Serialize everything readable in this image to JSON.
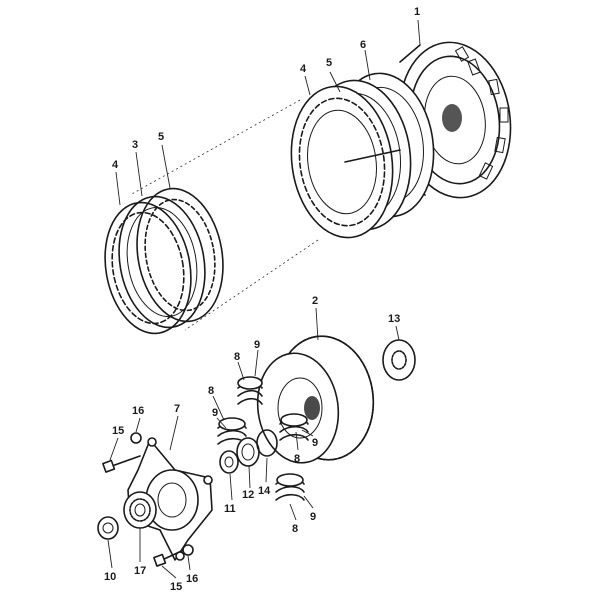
{
  "callouts": {
    "c1": "1",
    "c6": "6",
    "c5_top": "5",
    "c4_top": "4",
    "c5_left": "5",
    "c3": "3",
    "c4_left": "4",
    "c2": "2",
    "c13": "13",
    "c9_a": "9",
    "c8_a": "8",
    "c8_b": "8",
    "c9_b": "9",
    "c9_c": "9",
    "c8_c": "8",
    "c14": "14",
    "c12": "12",
    "c11": "11",
    "c8_d": "8",
    "c9_d": "9",
    "c7": "7",
    "c16_top": "16",
    "c15_top": "15",
    "c10": "10",
    "c17": "17",
    "c15_bot": "15",
    "c16_bot": "16"
  },
  "colors": {
    "ink": "#1a1a1a",
    "paper": "#ffffff"
  }
}
